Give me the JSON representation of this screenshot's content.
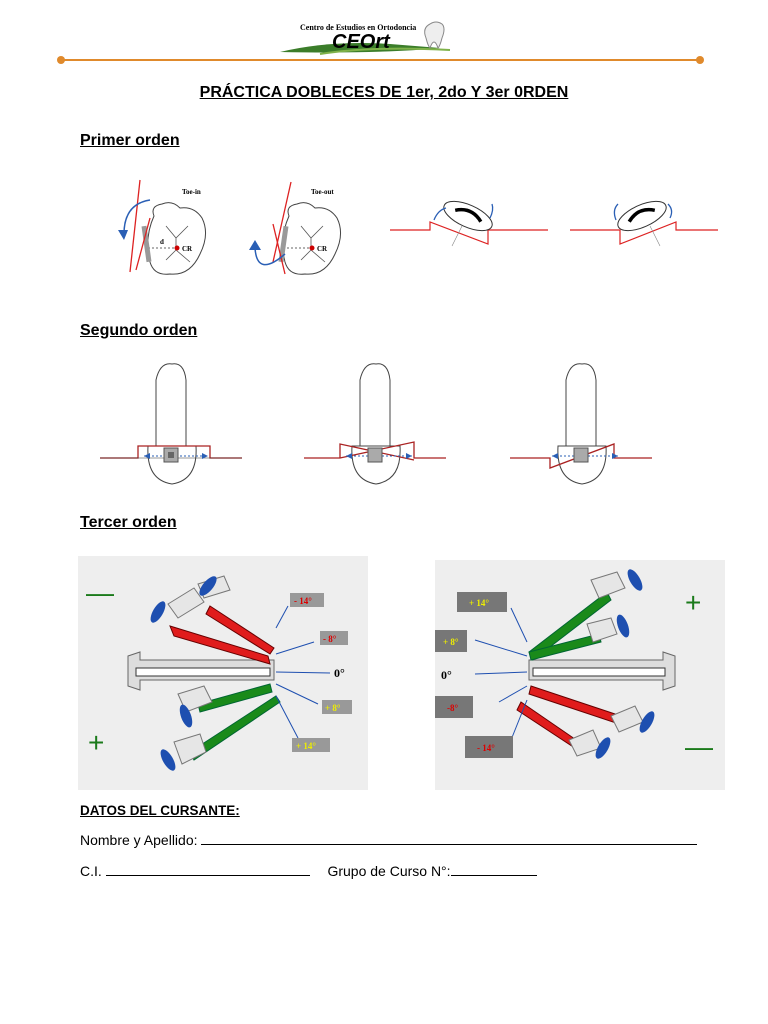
{
  "header": {
    "logo_tagline": "Centro de Estudios en Ortodoncia",
    "logo_name": "CEOrt",
    "accent_color": "#e08a2c"
  },
  "title": "PRÁCTICA DOBLECES DE 1er, 2do Y 3er 0RDEN",
  "sections": {
    "primer": {
      "heading": "Primer orden",
      "fig1_label": "Toe-in",
      "fig2_label": "Toe-out",
      "cr_label": "CR",
      "d_label": "d"
    },
    "segundo": {
      "heading": "Segundo orden"
    },
    "tercer": {
      "heading": "Tercer orden",
      "left_tags": [
        "- 14°",
        "- 8°",
        "0°",
        "+ 8°",
        "+ 14°"
      ],
      "right_tags": [
        "+ 14°",
        "+ 8°",
        "0°",
        "-8°",
        "- 14°"
      ],
      "minus": "—",
      "plus": "+"
    }
  },
  "form": {
    "heading": "DATOS DEL CURSANTE:",
    "name_label": "Nombre y Apellido:",
    "ci_label": "C.I.",
    "group_label": "Grupo de Curso N°:"
  }
}
